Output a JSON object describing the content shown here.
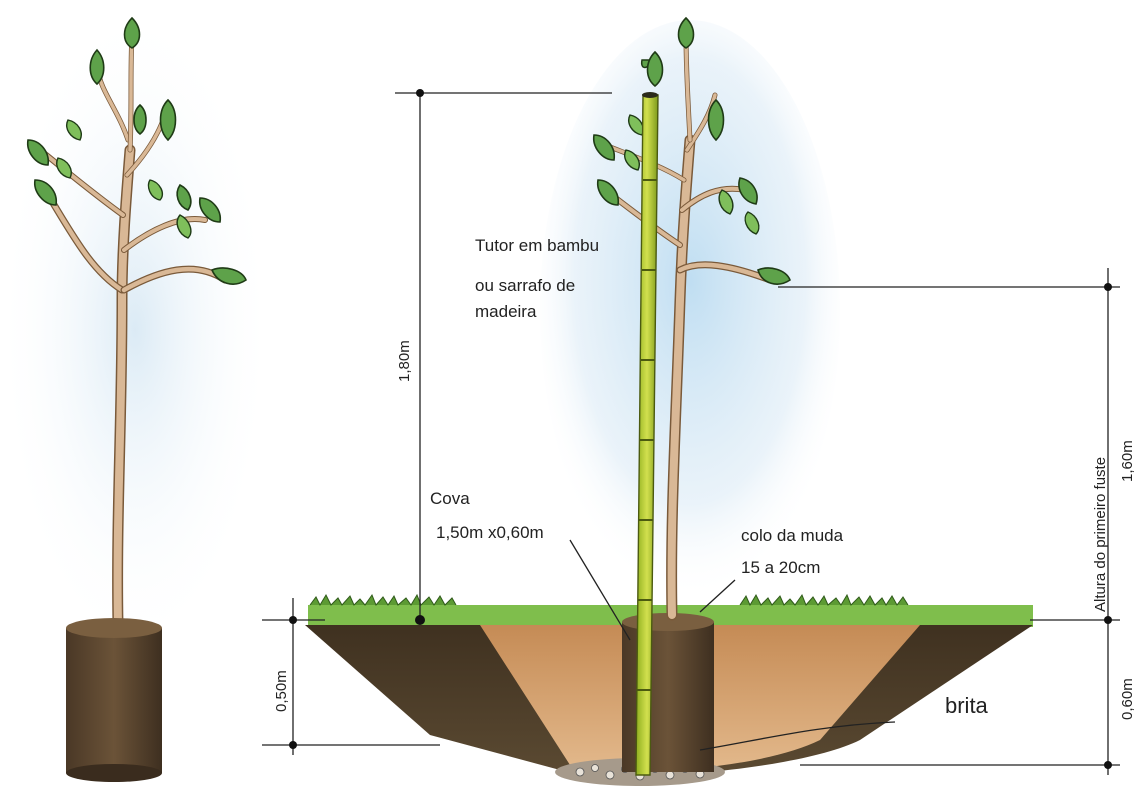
{
  "labels": {
    "tutor_line1": "Tutor em bambu",
    "tutor_line2": "ou sarrafo de",
    "tutor_line3": "madeira",
    "cova_line1": "Cova",
    "cova_line2": "1,50m x0,60m",
    "colo_line1": "colo da muda",
    "colo_line2": "15 a 20cm",
    "brita": "brita",
    "dim_tutor": "1,80m",
    "dim_pot": "0,50m",
    "dim_fuste_title": "Altura do primeiro fuste",
    "dim_fuste": "1,60m",
    "dim_pit_depth": "0,60m"
  },
  "colors": {
    "grass": "#78b845",
    "soil_dark": "#4a3a26",
    "soil_light": "#c9935e",
    "pot": "#5a4530",
    "bamboo": "#b7cf3a",
    "leaf": "#5ea24a",
    "sky_wash": "#cfe6f5"
  }
}
